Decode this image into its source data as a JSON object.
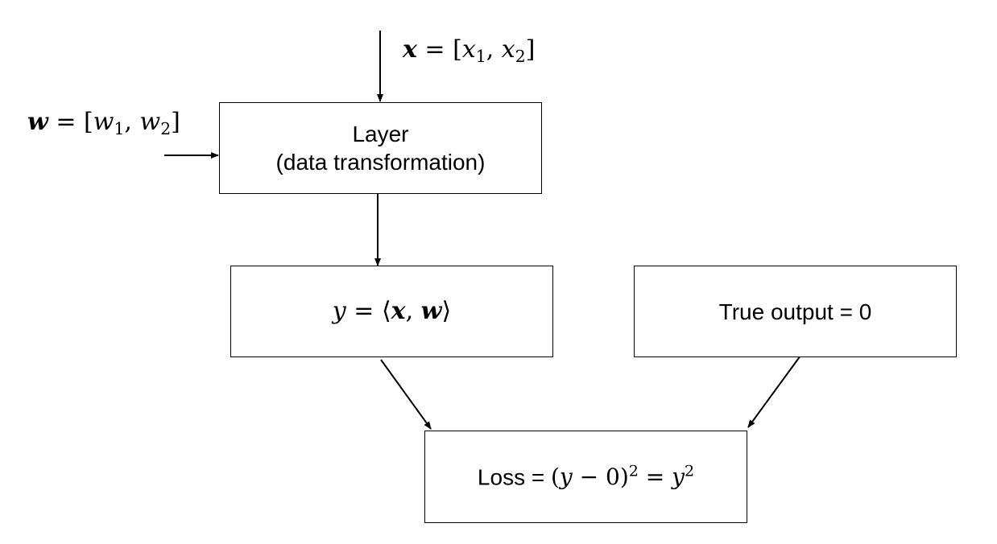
{
  "inputs": {
    "x_vector": {
      "lhs": "x",
      "eq": " = [",
      "v1": "x",
      "i1": "1",
      "sep": ", ",
      "v2": "x",
      "i2": "2",
      "close": "]"
    },
    "w_vector": {
      "lhs": "w",
      "eq": " = [",
      "v1": "w",
      "i1": "1",
      "sep": ", ",
      "v2": "w",
      "i2": "2",
      "close": "]"
    }
  },
  "layer_box": {
    "line1": "Layer",
    "line2": "(data transformation)"
  },
  "output_box": {
    "y": "y",
    "eq": " = ⟨",
    "x": "x",
    "sep": ", ",
    "w": "w",
    "close": "⟩"
  },
  "true_output_box": {
    "label": "True output = 0"
  },
  "loss_box": {
    "prefix": "Loss = ",
    "expr_open": "(",
    "y1": "y",
    "minus": " − 0)",
    "exp1": "2",
    "eq": " = ",
    "y2": "y",
    "exp2": "2"
  },
  "colors": {
    "stroke": "#000000",
    "background": "#ffffff"
  }
}
